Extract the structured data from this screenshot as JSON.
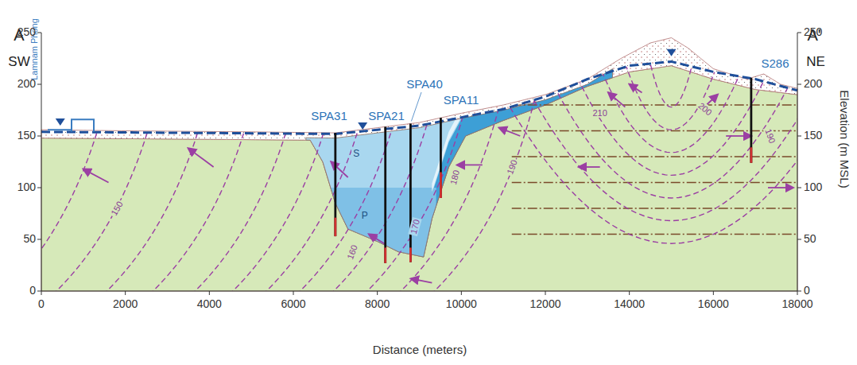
{
  "diagram": {
    "labels": [
      "A",
      "SW",
      "A'",
      "NE",
      "Lamnam Phong",
      "SPA31",
      "SPA21",
      "SPA40",
      "SPA11",
      "S286",
      "250",
      "200",
      "150",
      "100",
      "50",
      "0",
      "250",
      "200",
      "150",
      "100",
      "50",
      "0",
      "0",
      "2000",
      "4000",
      "6000",
      "8000",
      "10000",
      "12000",
      "14000",
      "16000",
      "18000",
      "Distance (meters)",
      "Elevation (m MSL)",
      "150",
      "160",
      "170",
      "180",
      "190",
      "210",
      "200",
      "190",
      "S",
      "P"
    ]
  }
}
